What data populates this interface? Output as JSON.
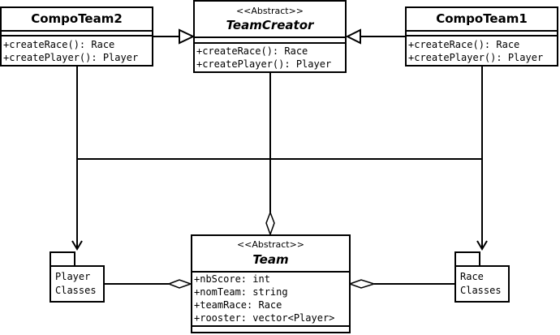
{
  "classes": {
    "compo_team2": {
      "name": "CompoTeam2",
      "methods": [
        "+createRace(): Race",
        "+createPlayer(): Player"
      ]
    },
    "team_creator": {
      "stereotype": "<<Abstract>>",
      "name": "TeamCreator",
      "methods": [
        "+createRace(): Race",
        "+createPlayer(): Player"
      ]
    },
    "compo_team1": {
      "name": "CompoTeam1",
      "methods": [
        "+createRace(): Race",
        "+createPlayer(): Player"
      ]
    },
    "team": {
      "stereotype": "<<Abstract>>",
      "name": "Team",
      "attributes": [
        "+nbScore: int",
        "+nomTeam: string",
        "+teamRace: Race",
        "+rooster: vector<Player>"
      ]
    }
  },
  "packages": {
    "player_classes": {
      "label_line1": "Player",
      "label_line2": "Classes"
    },
    "race_classes": {
      "label_line1": "Race",
      "label_line2": "Classes"
    }
  }
}
